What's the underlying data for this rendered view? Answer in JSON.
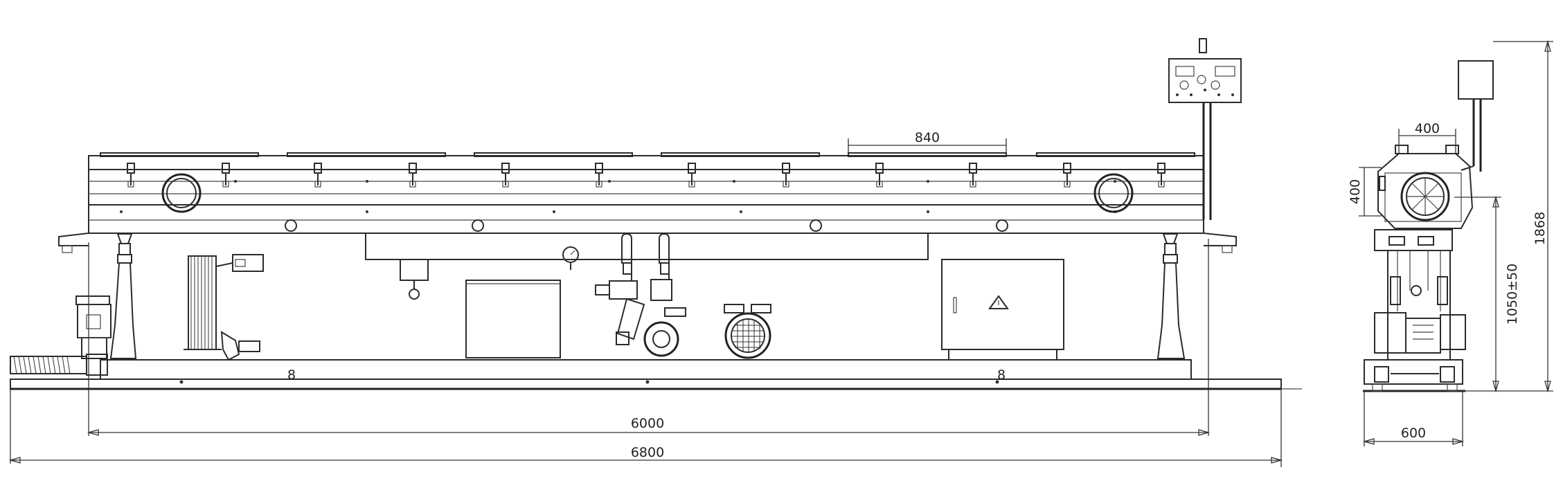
{
  "drawing": {
    "dimensions": {
      "tank_width_top": "840",
      "frame_length": "6000",
      "overall_length": "6800",
      "side_chamber_width": "400",
      "side_chamber_height": "400",
      "side_base_width": "600",
      "centre_height": "1050±50",
      "overall_height": "1868"
    }
  }
}
